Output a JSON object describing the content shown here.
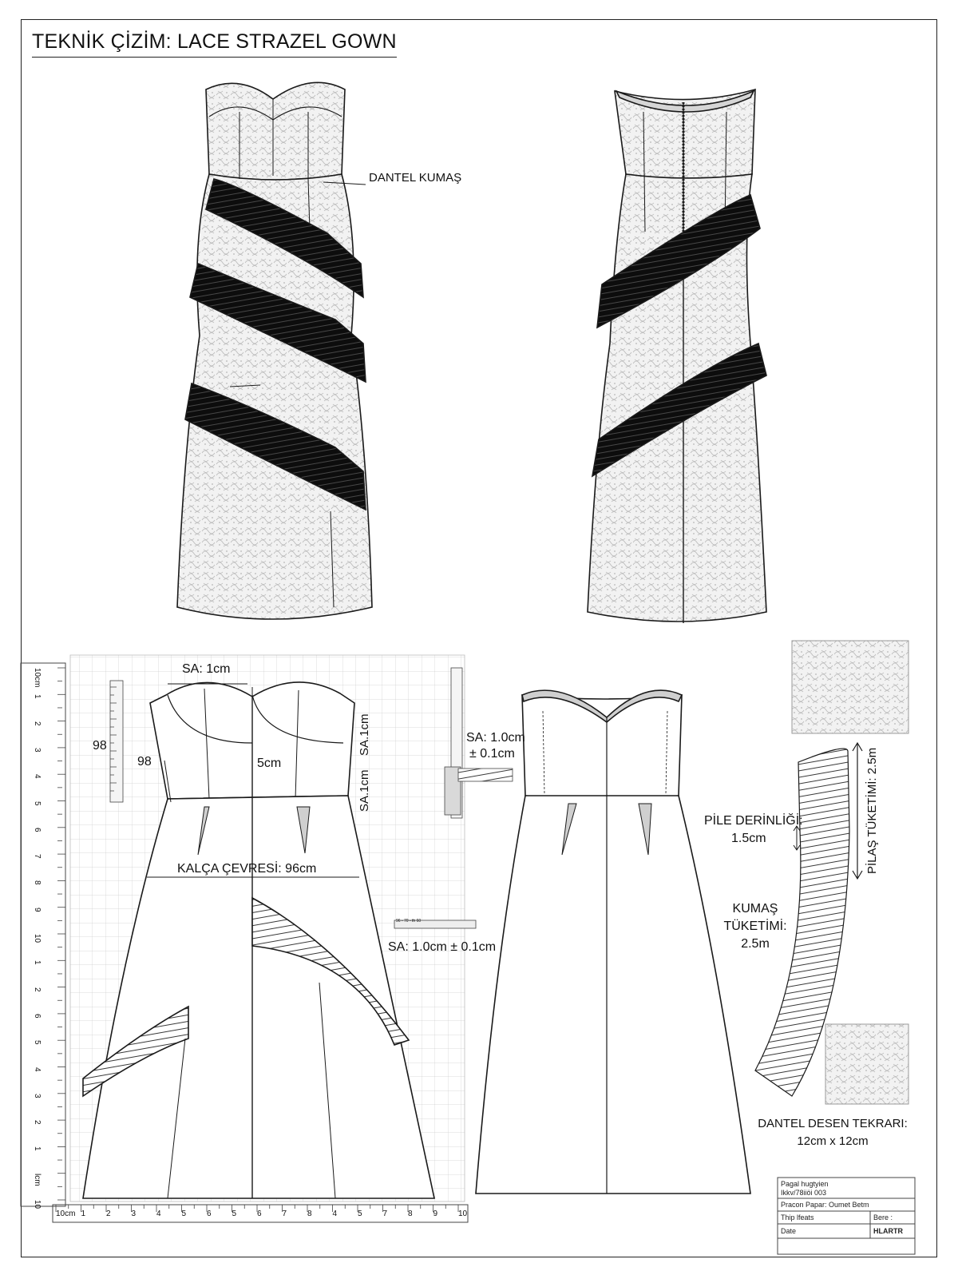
{
  "title": "TEKNİK ÇİZİM: LACE STRAZEL GOWN",
  "callouts": {
    "lace_fabric": "DANTEL KUMAŞ",
    "sa_1cm_top": "SA: 1cm",
    "dim_98_ruler": "98",
    "dim_98_side": "98",
    "dim_5cm": "5cm",
    "sa_1cm_vertical_right": "SA.1cm",
    "sa_1cm_vertical_left": "SA.1cm",
    "hip_circumference": "KALÇA ÇEVRESİ: 96cm",
    "sa_mid_line1": "SA: 1.0cm",
    "sa_mid_line2": "± 0.1cm",
    "sa_bottom": "SA: 1.0cm ± 0.1cm",
    "mini_ruler_text": "96 - 70 - th 60",
    "pleat_depth_line1": "PİLE DERİNLİĞİ:",
    "pleat_depth_line2": "1.5cm",
    "pleat_consumption": "PİLAŞ TÜKETİMİ: 2.5m",
    "fabric_consumption_line1": "KUMAŞ",
    "fabric_consumption_line2": "TÜKETİMİ:",
    "fabric_consumption_line3": "2.5m",
    "lace_repeat_line1": "DANTEL DESEN TEKRARI:",
    "lace_repeat_line2": "12cm x 12cm"
  },
  "grid_ruler": {
    "left_labels": [
      "10cm",
      "1",
      "2",
      "3",
      "4",
      "5",
      "6",
      "7",
      "8",
      "9",
      "10",
      "1",
      "2",
      "6",
      "5",
      "4",
      "3",
      "2",
      "1",
      "lcm",
      "10"
    ],
    "bottom_labels": [
      "10cm",
      "1",
      "2",
      "3",
      "4",
      "5",
      "6",
      "5",
      "6",
      "7",
      "8",
      "4",
      "5",
      "7",
      "8",
      "9",
      "10"
    ]
  },
  "title_block": {
    "row1a": "Pagal hugtyien",
    "row1b": "Ikkv/78iiöi 003",
    "row2": "Pracon Papar: Oumet Betm",
    "row3a": "Thip lfeats",
    "row3b": "Bere :",
    "row4a": "Date",
    "row4b": "HLARTR"
  },
  "colors": {
    "line": "#1a1a1a",
    "ruffle": "#111111",
    "lace": "#ebebeb",
    "grid": "#c9c9c9",
    "shade": "#cfcfcf"
  }
}
